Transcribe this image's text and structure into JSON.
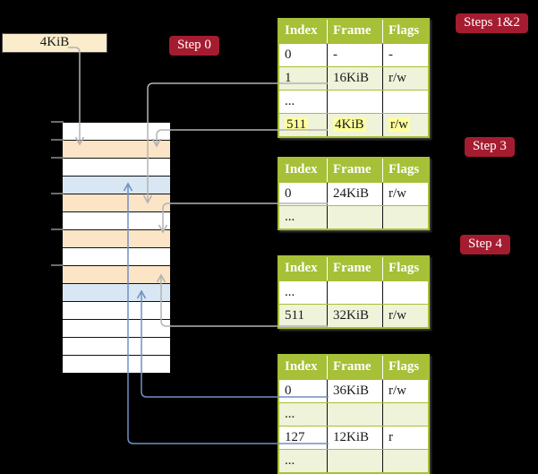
{
  "colors": {
    "background": "#000000",
    "table_header_green": "#a6c037",
    "table_row_light_green": "#eef3d9",
    "memory_peach": "#fce4c6",
    "memory_blue": "#d9e6f4",
    "register_cream": "#fbeccb",
    "step_badge_red": "#a51c30",
    "highlight_yellow": "#ffff9c",
    "connector_gray": "#b3b3b3",
    "connector_blue": "#7191c4"
  },
  "register_box": {
    "label": "4KiB"
  },
  "step_labels": {
    "step0": "Step 0",
    "steps_1_2": "Steps 1&2",
    "step3": "Step 3",
    "step4": "Step 4"
  },
  "page_tables": [
    {
      "name": "root-page-table",
      "headers": [
        "Index",
        "Frame",
        "Flags"
      ],
      "rows": [
        {
          "cells": [
            "0",
            "-",
            "-"
          ],
          "shaded": false,
          "highlight": false
        },
        {
          "cells": [
            "1",
            "16KiB",
            "r/w"
          ],
          "shaded": true,
          "highlight": false,
          "underline": "gray"
        },
        {
          "cells": [
            "...",
            "",
            ""
          ],
          "shaded": false,
          "highlight": false
        },
        {
          "cells": [
            "511",
            "4KiB",
            "r/w"
          ],
          "shaded": true,
          "highlight": true,
          "underline": "gray"
        }
      ]
    },
    {
      "name": "step3-page-table",
      "headers": [
        "Index",
        "Frame",
        "Flags"
      ],
      "rows": [
        {
          "cells": [
            "0",
            "24KiB",
            "r/w"
          ],
          "shaded": false,
          "highlight": false,
          "underline": "gray"
        },
        {
          "cells": [
            "...",
            "",
            ""
          ],
          "shaded": true,
          "highlight": false
        }
      ]
    },
    {
      "name": "step4-page-table",
      "headers": [
        "Index",
        "Frame",
        "Flags"
      ],
      "rows": [
        {
          "cells": [
            "...",
            "",
            ""
          ],
          "shaded": false,
          "highlight": false
        },
        {
          "cells": [
            "511",
            "32KiB",
            "r/w"
          ],
          "shaded": true,
          "highlight": false,
          "underline": "gray"
        }
      ]
    },
    {
      "name": "leaf-page-table",
      "headers": [
        "Index",
        "Frame",
        "Flags"
      ],
      "rows": [
        {
          "cells": [
            "0",
            "36KiB",
            "r/w"
          ],
          "shaded": false,
          "highlight": false,
          "underline": "blue"
        },
        {
          "cells": [
            "...",
            "",
            ""
          ],
          "shaded": true,
          "highlight": false
        },
        {
          "cells": [
            "127",
            "12KiB",
            "r"
          ],
          "shaded": false,
          "highlight": false,
          "underline": "blue"
        },
        {
          "cells": [
            "...",
            "",
            ""
          ],
          "shaded": true,
          "highlight": false
        }
      ]
    }
  ],
  "memory": {
    "rows": [
      "white",
      "peach",
      "white",
      "blue",
      "peach",
      "white",
      "peach",
      "white",
      "peach",
      "blue",
      "white",
      "white",
      "white",
      "white"
    ]
  },
  "connections": [
    {
      "from": "register-4KiB",
      "to": "memory-row-2-peach",
      "style": "gray"
    },
    {
      "from": "root-page-table.row-1-16KiB",
      "to": "memory-row-5-peach",
      "style": "gray"
    },
    {
      "from": "root-page-table.row-511-4KiB",
      "to": "memory-row-2-peach",
      "style": "gray"
    },
    {
      "from": "step3-page-table.row-0-24KiB",
      "to": "memory-row-7-peach",
      "style": "gray"
    },
    {
      "from": "step4-page-table.row-511-32KiB",
      "to": "memory-row-9-peach",
      "style": "gray"
    },
    {
      "from": "leaf-page-table.row-0-36KiB",
      "to": "memory-row-10-blue",
      "style": "blue"
    },
    {
      "from": "leaf-page-table.row-127-12KiB",
      "to": "memory-row-4-blue",
      "style": "blue"
    }
  ]
}
